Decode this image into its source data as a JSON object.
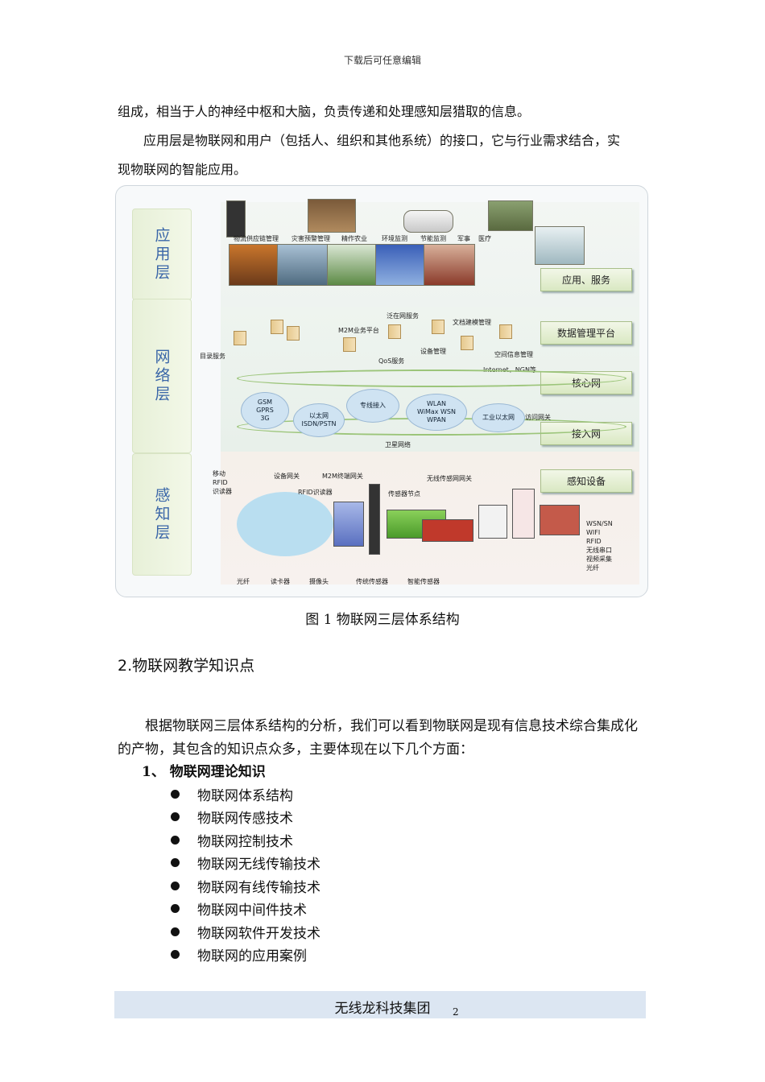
{
  "header": {
    "note": "下载后可任意编辑"
  },
  "body": {
    "p1": "组成，相当于人的神经中枢和大脑，负责传递和处理感知层猎取的信息。",
    "p2": "应用层是物联网和用户（包括人、组织和其他系统）的接口，它与行业需求结合，实",
    "p3": "现物联网的智能应用。"
  },
  "figure": {
    "layers": [
      "应用层",
      "网络层",
      "感知层"
    ],
    "side_labels": [
      "应用、服务",
      "数据管理平台",
      "核心网",
      "接入网",
      "感知设备"
    ],
    "app_labels": [
      "物流供应链管理",
      "灾害预警管理",
      "精作农业",
      "环境监测",
      "节能监测",
      "军事",
      "医疗"
    ],
    "service_labels": [
      "泛在网服务",
      "M2M业务平台",
      "文档建模管理",
      "目录服务",
      "QoS服务",
      "设备管理",
      "空间信息管理",
      "Internet、NGN等"
    ],
    "clouds": [
      "GSM\nGPRS\n3G",
      "以太网\nISDN/PSTN",
      "专线接入",
      "WLAN\nWiMax WSN\nWPAN",
      "工业以太网"
    ],
    "access_labels": [
      "卫星网络",
      "访问网关"
    ],
    "sense_labels": [
      "移动\nRFID\n识读器",
      "设备网关",
      "M2M终端网关",
      "RFID识读器",
      "传感器节点",
      "无线传感网网关"
    ],
    "bottom_labels": [
      "光纤",
      "读卡器",
      "摄像头",
      "传统传感器",
      "智能传感器"
    ],
    "sensor_types": "WSN/SN\nWIFI\nRFID\n无线串口\n视频采集\n光纤",
    "caption": "图 1 物联网三层体系结构"
  },
  "section": {
    "heading": "2.物联网教学知识点",
    "para": "根据物联网三层体系结构的分析，我们可以看到物联网是现有信息技术综合集成化的产物，其包含的知识点众多，主要体现在以下几个方面：",
    "sub_heading": "1、 物联网理论知识",
    "bullets": [
      "物联网体系结构",
      "物联网传感技术",
      "物联网控制技术",
      "物联网无线传输技术",
      "物联网有线传输技术",
      "物联网中间件技术",
      "物联网软件开发技术",
      "物联网的应用案例"
    ]
  },
  "footer": {
    "company": "无线龙科技集团",
    "page": "2"
  }
}
